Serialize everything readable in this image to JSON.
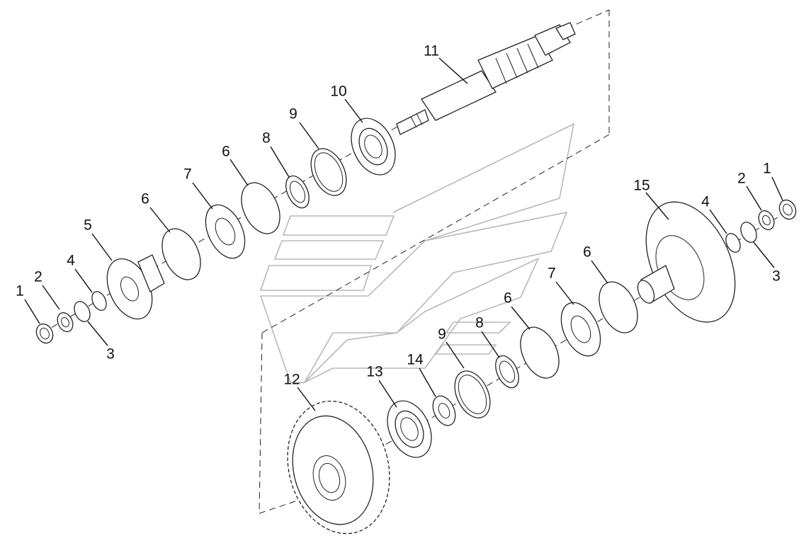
{
  "callouts": {
    "upper": {
      "c11": "11",
      "c10": "10",
      "c9": "9",
      "c8": "8",
      "c6b": "6",
      "c7": "7",
      "c6a": "6",
      "c5": "5",
      "c4": "4",
      "c2": "2",
      "c1": "1",
      "c3": "3"
    },
    "lower": {
      "c15": "15",
      "c4": "4",
      "c2": "2",
      "c1": "1",
      "c3": "3",
      "c6b": "6",
      "c7": "7",
      "c6a": "6",
      "c8": "8",
      "c9": "9",
      "c14": "14",
      "c13": "13",
      "c12": "12"
    }
  },
  "icons": {
    "watermark": "chevron-logo-icon"
  }
}
